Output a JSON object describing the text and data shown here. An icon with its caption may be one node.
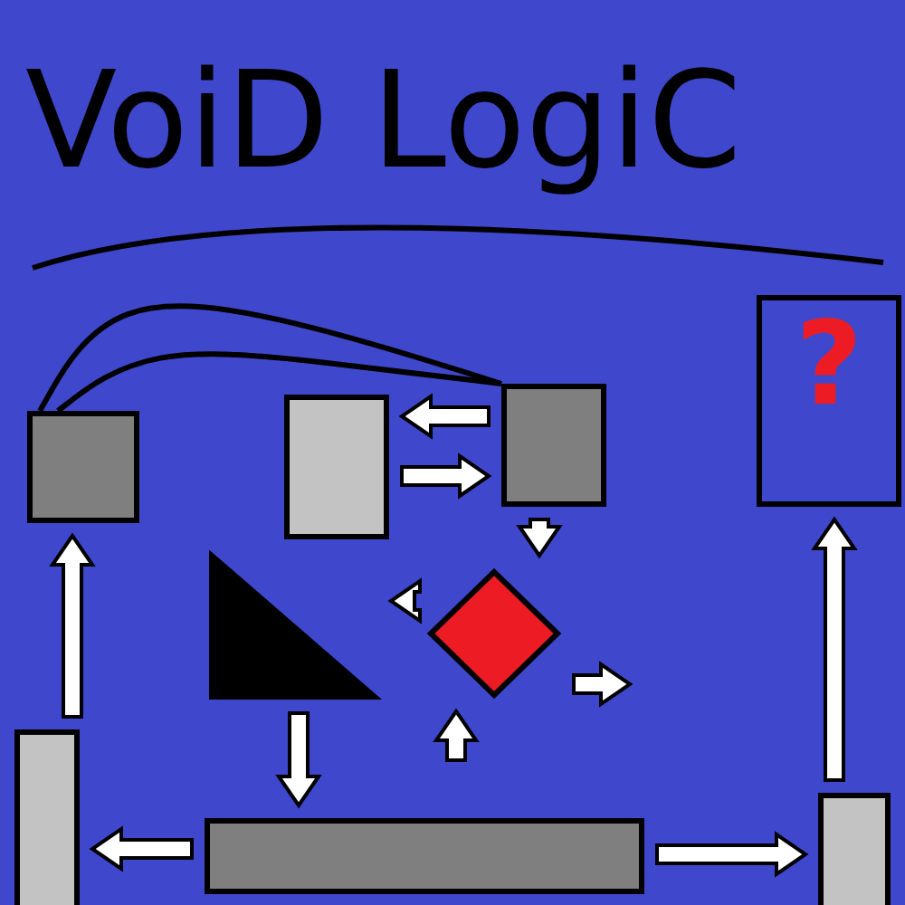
{
  "diagram": {
    "title": "VoiD LogiC",
    "nodes": [
      {
        "text": [],
        "shape": "box"
      },
      {
        "text": [],
        "shape": "box"
      },
      {
        "text": [],
        "shape": "box"
      },
      {
        "text": [
          "?"
        ]
      },
      {
        "text": [],
        "shape": "triangle"
      },
      {
        "text": [],
        "shape": "diamond"
      },
      {
        "text": [],
        "shape": "bar"
      },
      {
        "text": [],
        "shape": "bar"
      },
      {
        "text": [],
        "shape": "bar"
      }
    ],
    "edges": [
      {
        "from": 0,
        "to": 2,
        "arrow": "none"
      },
      {
        "from": 0,
        "to": 2,
        "arrow": "none"
      },
      {
        "from": 2,
        "to": 1,
        "arrow": "to"
      },
      {
        "from": 1,
        "to": 2,
        "arrow": "to"
      },
      {
        "from": 2,
        "to": 5,
        "arrow": "to"
      },
      {
        "from": 5,
        "to": 4,
        "arrow": "to"
      },
      {
        "from": 5,
        "to": null,
        "arrow": "to"
      },
      {
        "from": null,
        "to": 5,
        "arrow": "to"
      },
      {
        "from": 4,
        "to": 7,
        "arrow": "to"
      },
      {
        "from": 7,
        "to": 6,
        "arrow": "to"
      },
      {
        "from": 7,
        "to": 8,
        "arrow": "to"
      },
      {
        "from": 6,
        "to": 0,
        "arrow": "to"
      },
      {
        "from": 8,
        "to": 3,
        "arrow": "to"
      }
    ]
  }
}
